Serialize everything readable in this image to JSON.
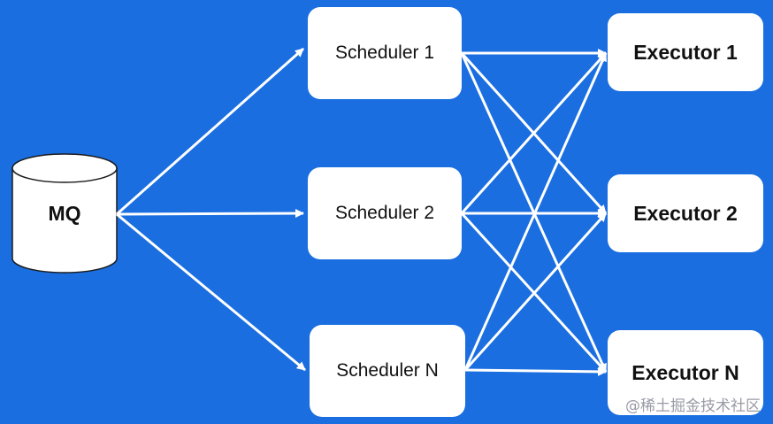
{
  "mq": {
    "label": "MQ"
  },
  "schedulers": [
    {
      "label": "Scheduler 1"
    },
    {
      "label": "Scheduler 2"
    },
    {
      "label": "Scheduler N"
    }
  ],
  "executors": [
    {
      "label": "Executor 1"
    },
    {
      "label": "Executor 2"
    },
    {
      "label": "Executor N"
    }
  ],
  "watermark": "@稀土掘金技术社区",
  "colors": {
    "background": "#1a6ee0",
    "node_fill": "#ffffff",
    "arrow": "#ffffff"
  }
}
